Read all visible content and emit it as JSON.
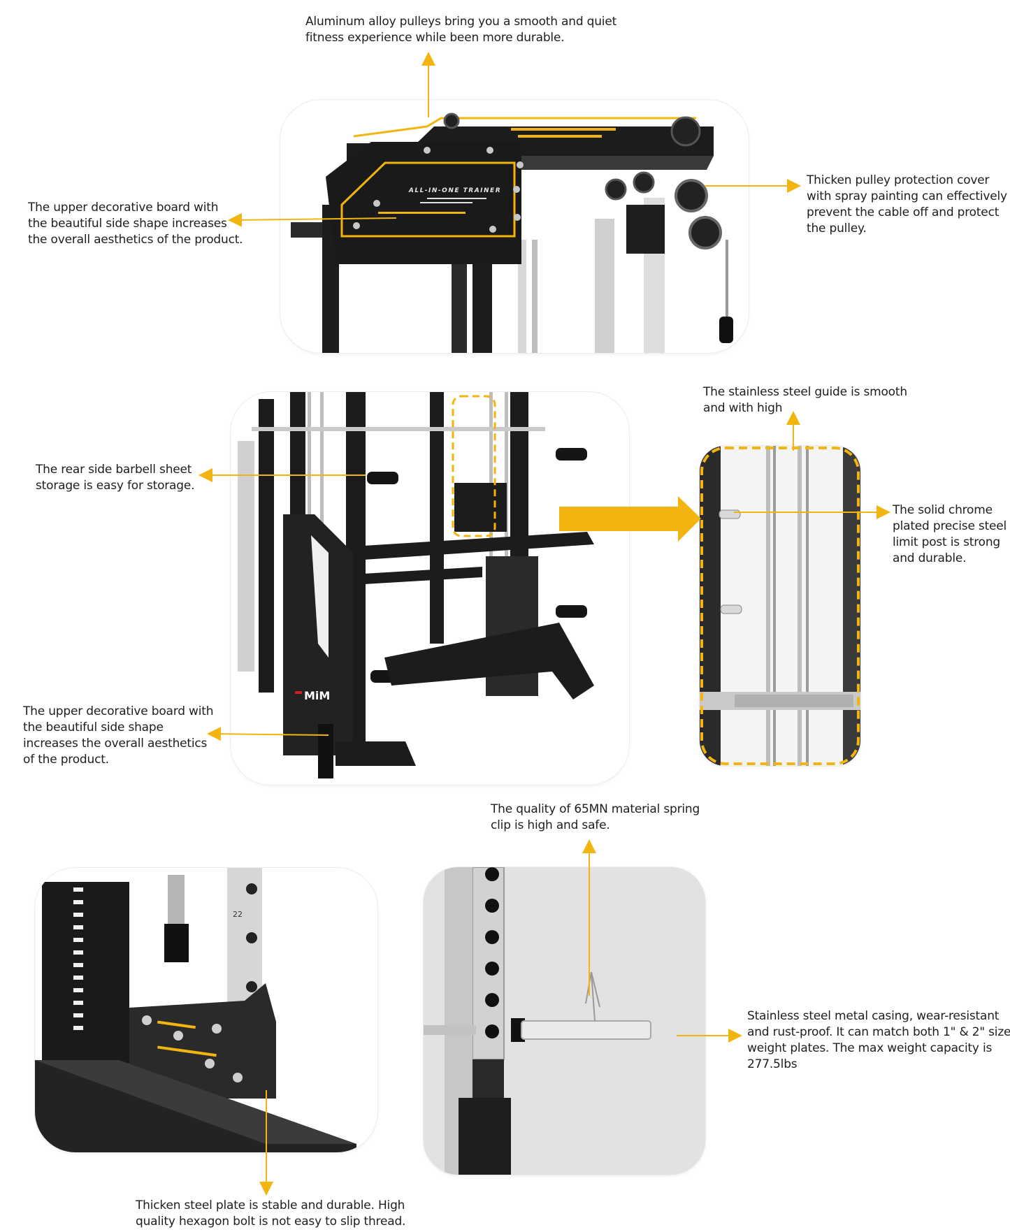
{
  "captions": {
    "pulleys": [
      "Aluminum alloy pulleys bring you a smooth and quiet",
      "fitness experience while been more durable."
    ],
    "upper_board": [
      "The upper decorative board with",
      "the beautiful side shape increases",
      "the overall aesthetics of the product."
    ],
    "pulley_cover": [
      "Thicken pulley protection cover",
      "with spray painting can effectively",
      "prevent the cable off and protect",
      "the pulley."
    ],
    "rear_storage": [
      "The rear side barbell sheet",
      "storage is easy for storage."
    ],
    "upper_board_2": [
      "The upper decorative board with",
      "the beautiful side shape",
      "increases the overall aesthetics",
      "of the product."
    ],
    "steel_guide": [
      "The stainless steel guide is smooth",
      "and with high"
    ],
    "limit_post": [
      "The solid chrome",
      "plated precise steel",
      "limit post is strong",
      "and durable."
    ],
    "spring_clip": [
      "The quality of 65MN material spring",
      "clip is high and safe."
    ],
    "casing": [
      "Stainless steel metal casing, wear-resistant",
      "and rust-proof. It can match both 1\" & 2\" size",
      "weight plates. The max weight capacity is",
      "277.5lbs"
    ],
    "steel_plate": [
      "Thicken steel plate is stable and durable. High",
      "quality hexagon bolt is not easy to slip thread."
    ]
  },
  "product": {
    "top_board_label": "ALL-IN-ONE TRAINER",
    "brand": "MiM",
    "upright_number": "22"
  },
  "colors": {
    "accent": "#F2B50F",
    "frame": "#1c1c1c",
    "chrome": "#c9c9c9"
  }
}
